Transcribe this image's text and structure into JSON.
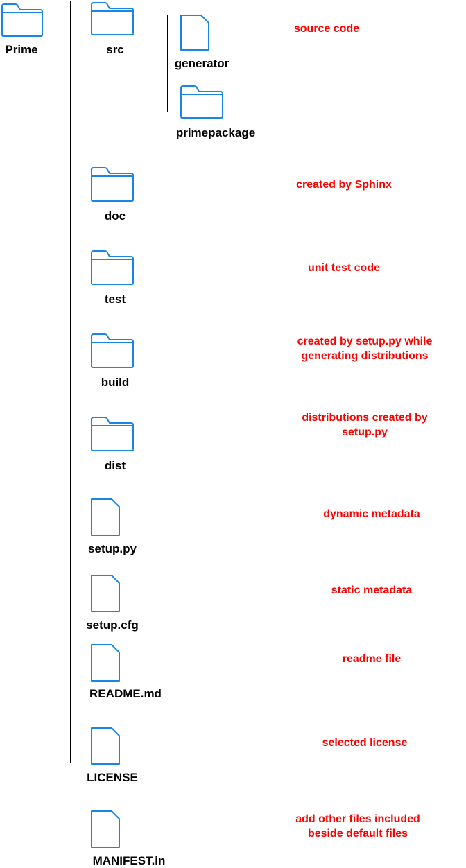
{
  "colors": {
    "icon_stroke": "#1a85e8",
    "label_text": "#000000",
    "note_text": "#ff0000",
    "connector": "#000000"
  },
  "root": {
    "name": "Prime",
    "icon": "folder-icon"
  },
  "src_children": [
    {
      "name": "generator",
      "icon": "file-icon"
    },
    {
      "name": "primepackage",
      "icon": "folder-icon"
    }
  ],
  "entries": [
    {
      "name": "src",
      "icon": "folder-icon",
      "note": [
        "source code"
      ]
    },
    {
      "name": "doc",
      "icon": "folder-icon",
      "note": [
        "created by Sphinx"
      ]
    },
    {
      "name": "test",
      "icon": "folder-icon",
      "note": [
        "unit test code"
      ]
    },
    {
      "name": "build",
      "icon": "folder-icon",
      "note": [
        "created by setup.py while",
        "generating distributions"
      ]
    },
    {
      "name": "dist",
      "icon": "folder-icon",
      "note": [
        "distributions created by",
        "setup.py"
      ]
    },
    {
      "name": "setup.py",
      "icon": "file-icon",
      "note": [
        "dynamic metadata"
      ]
    },
    {
      "name": "setup.cfg",
      "icon": "file-icon",
      "note": [
        "static metadata"
      ]
    },
    {
      "name": "README.md",
      "icon": "file-icon",
      "note": [
        "readme file"
      ]
    },
    {
      "name": "LICENSE",
      "icon": "file-icon",
      "note": [
        "selected license"
      ]
    },
    {
      "name": "MANIFEST.in",
      "icon": "file-icon",
      "note": [
        "add other files included",
        "beside default files"
      ]
    }
  ]
}
